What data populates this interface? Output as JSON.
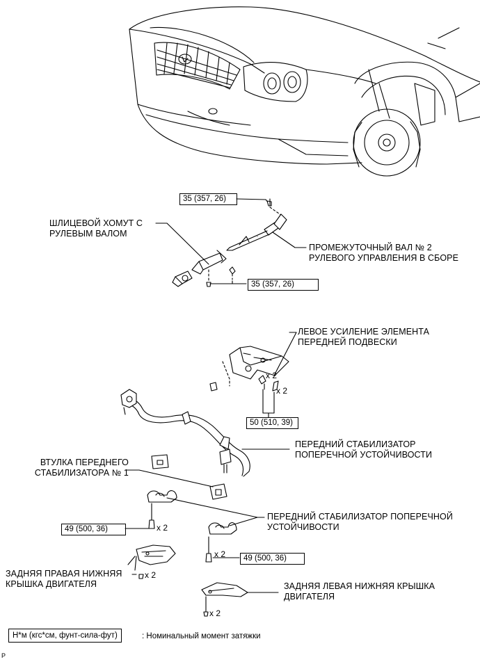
{
  "parts": {
    "steering_slider": "ШЛИЦЕВОЙ ХОМУТ С\nРУЛЕВЫМ ВАЛОМ",
    "intermediate_shaft": "ПРОМЕЖУТОЧНЫЙ ВАЛ № 2\nРУЛЕВОГО УПРАВЛЕНИЯ В СБОРЕ",
    "left_reinforcement": "ЛЕВОЕ УСИЛЕНИЕ ЭЛЕМЕНТА\nПЕРЕДНЕЙ ПОДВЕСКИ",
    "stabilizer_bar": "ПЕРЕДНИЙ СТАБИЛИЗАТОР\nПОПЕРЕЧНОЙ УСТОЙЧИВОСТИ",
    "bushing": "ВТУЛКА ПЕРЕДНЕГО\nСТАБИЛИЗАТОРА № 1",
    "stabilizer_bracket": "ПЕРЕДНИЙ СТАБИЛИЗАТОР ПОПЕРЕЧНОЙ\nУСТОЙЧИВОСТИ",
    "rh_cover": "ЗАДНЯЯ ПРАВАЯ НИЖНЯЯ\nКРЫШКА ДВИГАТЕЛЯ",
    "lh_cover": "ЗАДНЯЯ ЛЕВАЯ НИЖНЯЯ КРЫШКА\nДВИГАТЕЛЯ"
  },
  "torques": {
    "t1": "35 (357, 26)",
    "t2": "35 (357, 26)",
    "t3": "50 (510, 39)",
    "t4": "49 (500, 36)",
    "t5": "49 (500, 36)"
  },
  "multipliers": {
    "m1": "x 2",
    "m2": "x 2",
    "m3": "x 2",
    "m4": "x 2",
    "m5": "x 2",
    "m6": "x 2"
  },
  "legend": {
    "box": "Н*м (кгс*см, фунт-сила-фут)",
    "text": ": Номинальный момент затяжки"
  },
  "corner_mark": "P"
}
